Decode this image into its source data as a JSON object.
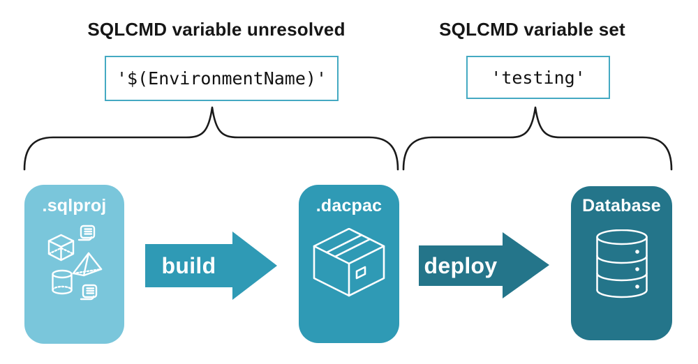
{
  "annotations": [
    {
      "heading": "SQLCMD variable unresolved",
      "code": "'$(EnvironmentName)'"
    },
    {
      "heading": "SQLCMD variable set",
      "code": "'testing'"
    }
  ],
  "pipeline": {
    "nodes": [
      {
        "label": ".sqlproj",
        "icon": "sql-objects-icon (script-scroll, cube, pyramid, cylinder)",
        "fill": "#7ac6db"
      },
      {
        "label": ".dacpac",
        "icon": "package-box-icon",
        "fill": "#2f9ab5"
      },
      {
        "label": "Database",
        "icon": "database-cylinder-icon",
        "fill": "#24758a"
      }
    ],
    "arrows": [
      {
        "label": "build",
        "fill": "#2f9ab5"
      },
      {
        "label": "deploy",
        "fill": "#24758a"
      }
    ]
  },
  "colors": {
    "background": "#ffffff",
    "code_box_border": "#44a9c2",
    "brace_stroke": "#1a1a1a",
    "node_light_teal": "#7ac6db",
    "node_medium_teal": "#2f9ab5",
    "node_dark_teal": "#24758a",
    "icon_stroke": "#ffffff",
    "heading_text": "#161616",
    "code_text": "#111111",
    "label_text": "#ffffff"
  }
}
